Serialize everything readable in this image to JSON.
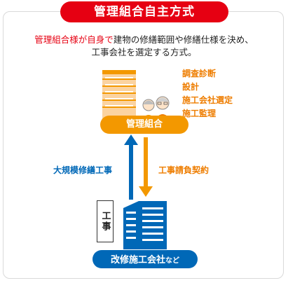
{
  "title": "管理組合自主方式",
  "description": {
    "highlight": "管理組合様が自身で",
    "rest_line1": "建物の修繕範囲や修繕仕様を決め、",
    "line2": "工事会社を選定する方式。"
  },
  "tasks": [
    "調査診断",
    "設計",
    "施工会社選定",
    "施工監理"
  ],
  "owner_label": "管理組合",
  "contractor_label": "改修施工会社",
  "contractor_suffix": "など",
  "arrow_up_label": "大規模修繕工事",
  "arrow_down_label": "工事請負契約",
  "work_box_label": "工事",
  "colors": {
    "red": "#e60012",
    "orange": "#f39800",
    "blue": "#0068b7",
    "light_orange": "#fbd3a0"
  }
}
